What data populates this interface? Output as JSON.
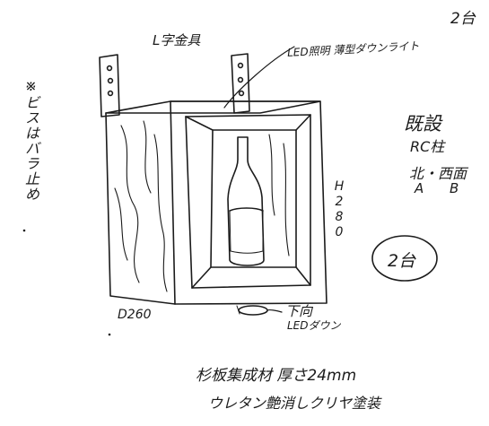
{
  "labels": {
    "count_corner": "2台",
    "bracket": "L字金具",
    "led_light_top": "LED照明 薄型ダウンライト",
    "note_vertical": "※ビスはバラ止め",
    "existing": "既設",
    "rc_column": "RC柱",
    "orientation": "北・西面",
    "option_a": "A",
    "option_b": "B",
    "height_dim": "H280",
    "count_circle": "2台",
    "depth_dim": "D260",
    "led_bottom_1": "下向",
    "led_bottom_2": "LEDダウン",
    "material_1": "杉板集成材 厚さ24mm",
    "material_2": "ウレタン艶消しクリヤ塗装"
  },
  "colors": {
    "ink": "#1b1b1b",
    "paper": "#ffffff"
  }
}
